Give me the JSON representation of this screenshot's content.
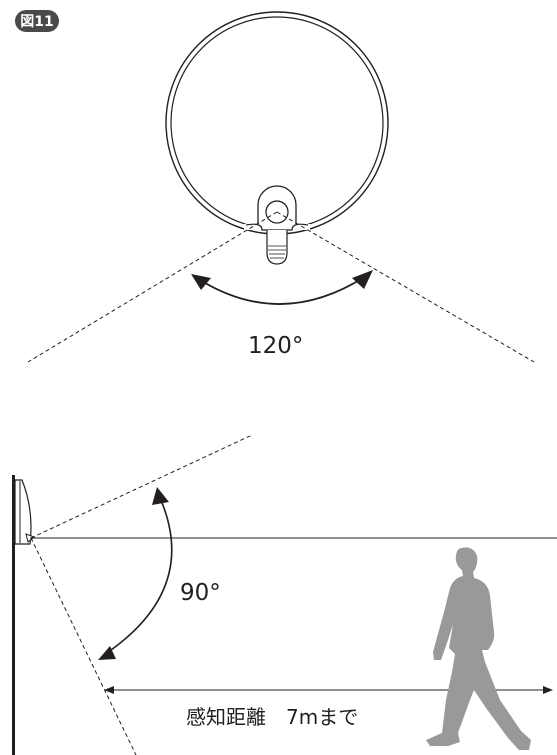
{
  "figure": {
    "badge": "図11",
    "angle_top": "120°",
    "angle_side": "90°",
    "range_label": "感知距離　7mまで"
  },
  "colors": {
    "ink": "#231f20",
    "person": "#999999",
    "badge_fill": "#4a4a4a",
    "background": "#ffffff"
  },
  "icons": {
    "person": "walking-person-silhouette",
    "lamp": "circular-ceiling-light",
    "sensor": "motion-sensor"
  }
}
